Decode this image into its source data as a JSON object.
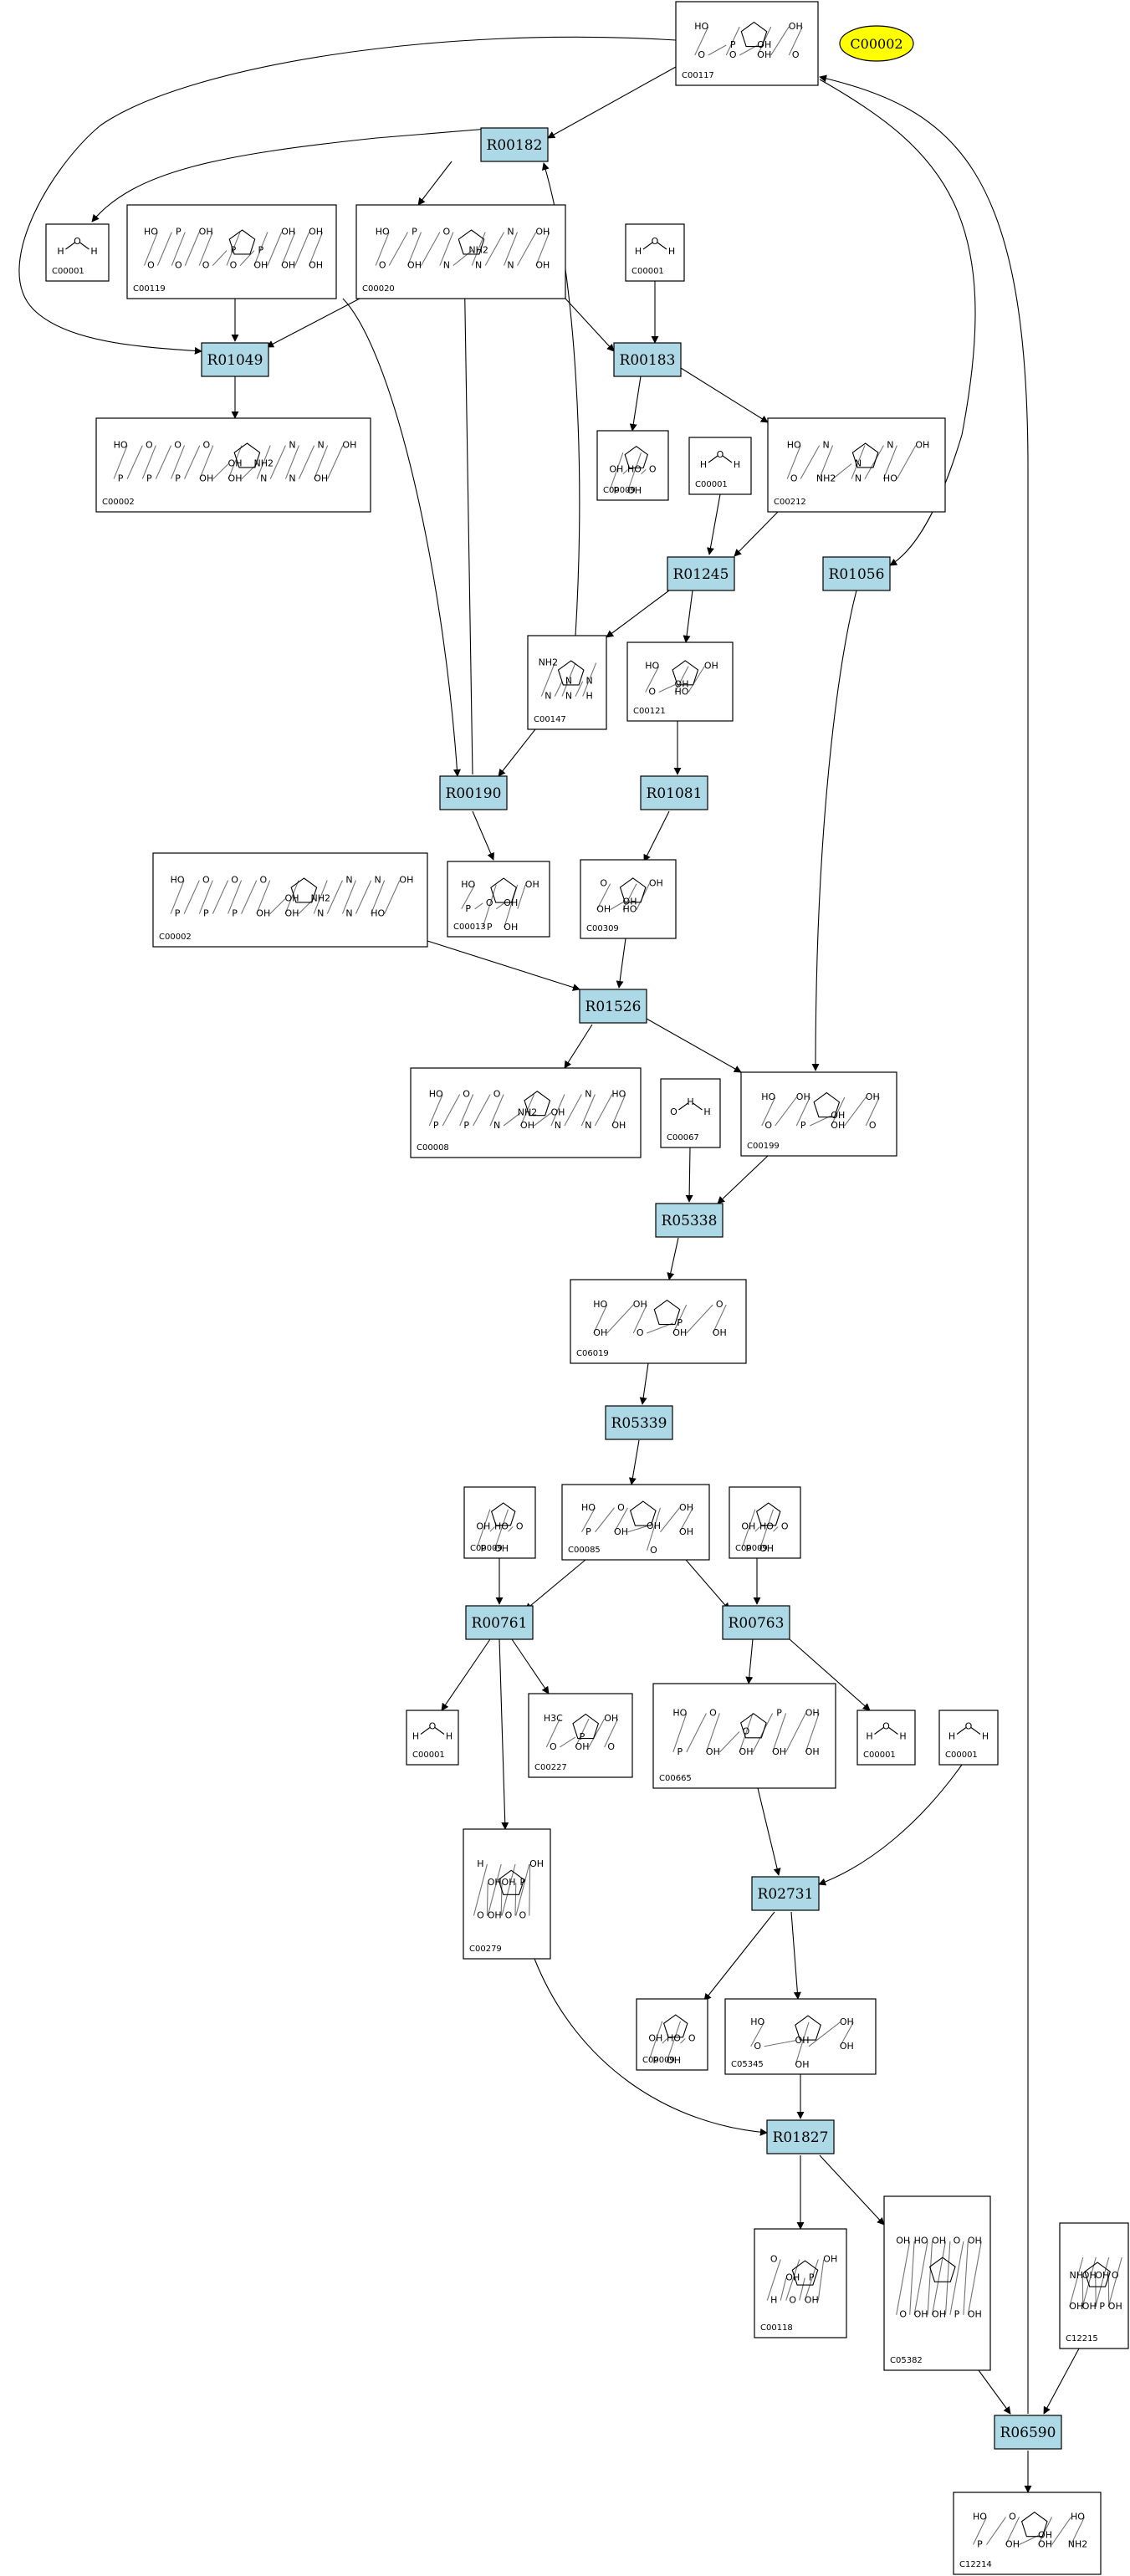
{
  "highlight": {
    "label": "C00002",
    "color": "#ffff00"
  },
  "colors": {
    "reaction": "#add8e6",
    "compound": "#ffffff",
    "edge": "#000000"
  },
  "reactions": [
    {
      "id": "R00182"
    },
    {
      "id": "R01049"
    },
    {
      "id": "R00183"
    },
    {
      "id": "R01245"
    },
    {
      "id": "R01056"
    },
    {
      "id": "R00190"
    },
    {
      "id": "R01081"
    },
    {
      "id": "R01526"
    },
    {
      "id": "R05338"
    },
    {
      "id": "R05339"
    },
    {
      "id": "R00761"
    },
    {
      "id": "R00763"
    },
    {
      "id": "R02731"
    },
    {
      "id": "R01827"
    },
    {
      "id": "R06590"
    }
  ],
  "compounds": [
    {
      "key": "c_top",
      "label": "C00117",
      "atoms": [
        "HO",
        "O",
        "P",
        "O",
        "OH",
        "OH",
        "OH",
        "O"
      ]
    },
    {
      "key": "h2o_1",
      "label": "C00001",
      "atoms": [
        "H",
        "O",
        "H"
      ]
    },
    {
      "key": "prpp",
      "label": "C00119",
      "atoms": [
        "HO",
        "O",
        "P",
        "O",
        "OH",
        "O",
        "P",
        "O",
        "P",
        "OH",
        "OH",
        "OH",
        "OH",
        "OH"
      ]
    },
    {
      "key": "amp_a",
      "label": "C00020",
      "atoms": [
        "HO",
        "O",
        "P",
        "OH",
        "O",
        "N",
        "NH2",
        "N",
        "N",
        "N",
        "OH",
        "OH"
      ]
    },
    {
      "key": "h2o_2",
      "label": "C00001",
      "atoms": [
        "H",
        "O",
        "H"
      ]
    },
    {
      "key": "atp_a",
      "label": "C00002",
      "atoms": [
        "HO",
        "P",
        "O",
        "P",
        "O",
        "P",
        "O",
        "OH",
        "OH",
        "OH",
        "NH2",
        "N",
        "N",
        "N",
        "N",
        "OH",
        "OH"
      ]
    },
    {
      "key": "pi_1",
      "label": "C00009",
      "atoms": [
        "OH",
        "P",
        "HO",
        "OH",
        "O"
      ]
    },
    {
      "key": "h2o_3",
      "label": "C00001",
      "atoms": [
        "H",
        "O",
        "H"
      ]
    },
    {
      "key": "adenosine",
      "label": "C00212",
      "atoms": [
        "HO",
        "O",
        "N",
        "NH2",
        "N",
        "N",
        "N",
        "HO",
        "OH"
      ]
    },
    {
      "key": "adenine",
      "label": "C00147",
      "atoms": [
        "NH2",
        "N",
        "N",
        "N",
        "N",
        "H"
      ]
    },
    {
      "key": "ribose",
      "label": "C00121",
      "atoms": [
        "HO",
        "O",
        "OH",
        "HO",
        "OH"
      ]
    },
    {
      "key": "atp_b",
      "label": "C00002",
      "atoms": [
        "HO",
        "P",
        "O",
        "P",
        "O",
        "P",
        "O",
        "OH",
        "OH",
        "OH",
        "NH2",
        "N",
        "N",
        "N",
        "N",
        "HO",
        "OH"
      ]
    },
    {
      "key": "ppi",
      "label": "C00013",
      "atoms": [
        "HO",
        "P",
        "O",
        "P",
        "OH",
        "OH",
        "OH"
      ]
    },
    {
      "key": "ribulose",
      "label": "C00309",
      "atoms": [
        "O",
        "OH",
        "OH",
        "HO",
        "OH"
      ]
    },
    {
      "key": "adp",
      "label": "C00008",
      "atoms": [
        "HO",
        "P",
        "O",
        "P",
        "O",
        "N",
        "NH2",
        "OH",
        "OH",
        "N",
        "N",
        "N",
        "HO",
        "OH"
      ]
    },
    {
      "key": "hcho",
      "label": "C00067",
      "atoms": [
        "O",
        "H",
        "H"
      ]
    },
    {
      "key": "ru5p",
      "label": "C00199",
      "atoms": [
        "HO",
        "O",
        "OH",
        "P",
        "OH",
        "OH",
        "OH",
        "O"
      ]
    },
    {
      "key": "hexu",
      "label": "C06019",
      "atoms": [
        "HO",
        "OH",
        "OH",
        "O",
        "P",
        "OH",
        "O",
        "OH"
      ]
    },
    {
      "key": "pi_2",
      "label": "C00009",
      "atoms": [
        "OH",
        "P",
        "HO",
        "OH",
        "O"
      ]
    },
    {
      "key": "f6p",
      "label": "C00085",
      "atoms": [
        "HO",
        "P",
        "O",
        "OH",
        "OH",
        "O",
        "OH",
        "OH"
      ]
    },
    {
      "key": "pi_3",
      "label": "C00009",
      "atoms": [
        "OH",
        "P",
        "HO",
        "OH",
        "O"
      ]
    },
    {
      "key": "h2o_4",
      "label": "C00001",
      "atoms": [
        "H",
        "O",
        "H"
      ]
    },
    {
      "key": "acp",
      "label": "C00227",
      "atoms": [
        "H3C",
        "O",
        "P",
        "OH",
        "OH",
        "O"
      ]
    },
    {
      "key": "fbp",
      "label": "C00665",
      "atoms": [
        "HO",
        "P",
        "O",
        "OH",
        "O",
        "OH",
        "P",
        "OH",
        "OH",
        "OH"
      ]
    },
    {
      "key": "h2o_5",
      "label": "C00001",
      "atoms": [
        "H",
        "O",
        "H"
      ]
    },
    {
      "key": "h2o_6",
      "label": "C00001",
      "atoms": [
        "H",
        "O",
        "H"
      ]
    },
    {
      "key": "e4p",
      "label": "C00279",
      "atoms": [
        "H",
        "O",
        "OH",
        "OH",
        "OH",
        "O",
        "P",
        "O",
        "OH"
      ]
    },
    {
      "key": "pi_4",
      "label": "C00009",
      "atoms": [
        "OH",
        "P",
        "HO",
        "OH",
        "O"
      ]
    },
    {
      "key": "s7p_cyc",
      "label": "C05345",
      "atoms": [
        "HO",
        "O",
        "OH",
        "OH",
        "OH",
        "OH"
      ]
    },
    {
      "key": "g3p",
      "label": "C00118",
      "atoms": [
        "O",
        "H",
        "OH",
        "O",
        "P",
        "OH",
        "OH"
      ]
    },
    {
      "key": "s7p",
      "label": "C05382",
      "atoms": [
        "OH",
        "O",
        "HO",
        "OH",
        "OH",
        "OH",
        "O",
        "P",
        "OH",
        "OH"
      ]
    },
    {
      "key": "imine",
      "label": "C12215",
      "atoms": [
        "NH",
        "OH",
        "OH",
        "OH",
        "OH",
        "P",
        "O",
        "OH"
      ]
    },
    {
      "key": "amino",
      "label": "C12214",
      "atoms": [
        "HO",
        "P",
        "O",
        "OH",
        "OH",
        "OH",
        "HO",
        "NH2"
      ]
    }
  ]
}
